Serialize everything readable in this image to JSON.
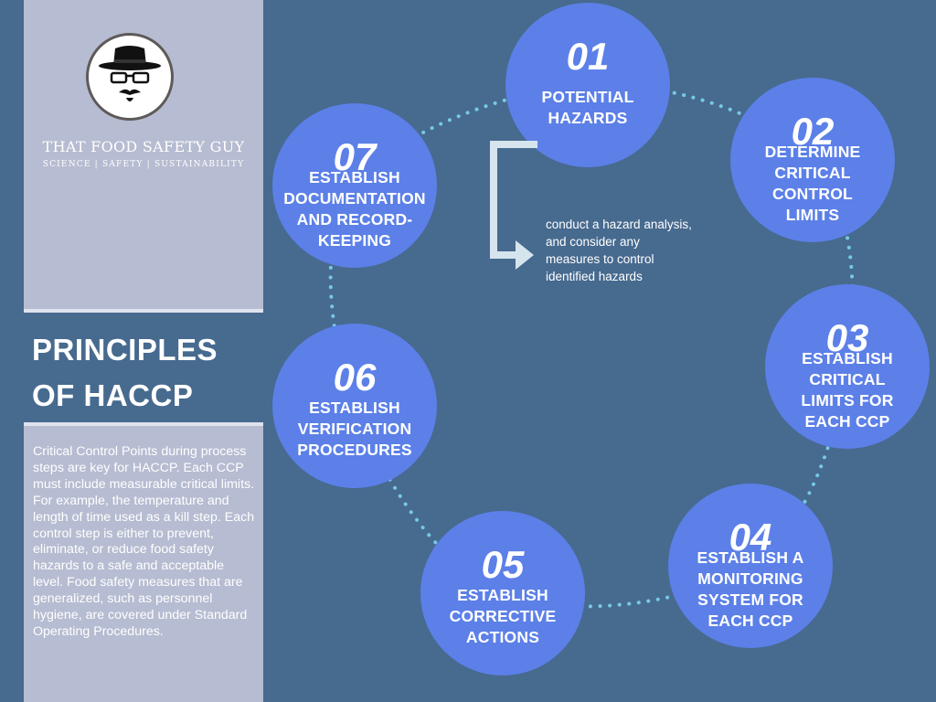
{
  "brand": {
    "name": "THAT FOOD SAFETY GUY",
    "tagline": "SCIENCE | SAFETY | SUSTAINABILITY",
    "logo_icon": "fedora-glasses-mustache-avatar-icon"
  },
  "title": {
    "line1": "PRINCIPLES",
    "line2": "OF HACCP"
  },
  "description": "Critical Control Points during process steps are key for HACCP. Each CCP must include measurable critical limits. For example, the temperature and length of time used as a kill step. Each control step is either to prevent, eliminate, or reduce food safety hazards to a safe and acceptable level. Food safety measures that are generalized, such as personnel hygiene, are covered under Standard Operating Procedures.",
  "colors": {
    "background": "#476a8f",
    "sidebar": "#b6bcd1",
    "circle": "#5c80e8",
    "dots": "#76c9e6",
    "arrow": "#d6e4ee"
  },
  "steps": [
    {
      "number": "01",
      "lines": [
        "POTENTIAL",
        "HAZARDS"
      ]
    },
    {
      "number": "02",
      "lines": [
        "DETERMINE",
        "CRITICAL",
        "CONTROL",
        "LIMITS"
      ]
    },
    {
      "number": "03",
      "lines": [
        "ESTABLISH",
        "CRITICAL",
        "LIMITS FOR",
        "EACH CCP"
      ]
    },
    {
      "number": "04",
      "lines": [
        "ESTABLISH A",
        "MONITORING",
        "SYSTEM FOR",
        "EACH CCP"
      ]
    },
    {
      "number": "05",
      "lines": [
        "ESTABLISH",
        "CORRECTIVE",
        "ACTIONS"
      ]
    },
    {
      "number": "06",
      "lines": [
        "ESTABLISH",
        "VERIFICATION",
        "PROCEDURES"
      ]
    },
    {
      "number": "07",
      "lines": [
        "ESTABLISH",
        "DOCUMENTATION",
        "AND RECORD-",
        "KEEPING"
      ]
    }
  ],
  "annotation": {
    "lines": [
      "conduct a hazard analysis,",
      "and consider any",
      "measures to control",
      "identified hazards"
    ]
  }
}
